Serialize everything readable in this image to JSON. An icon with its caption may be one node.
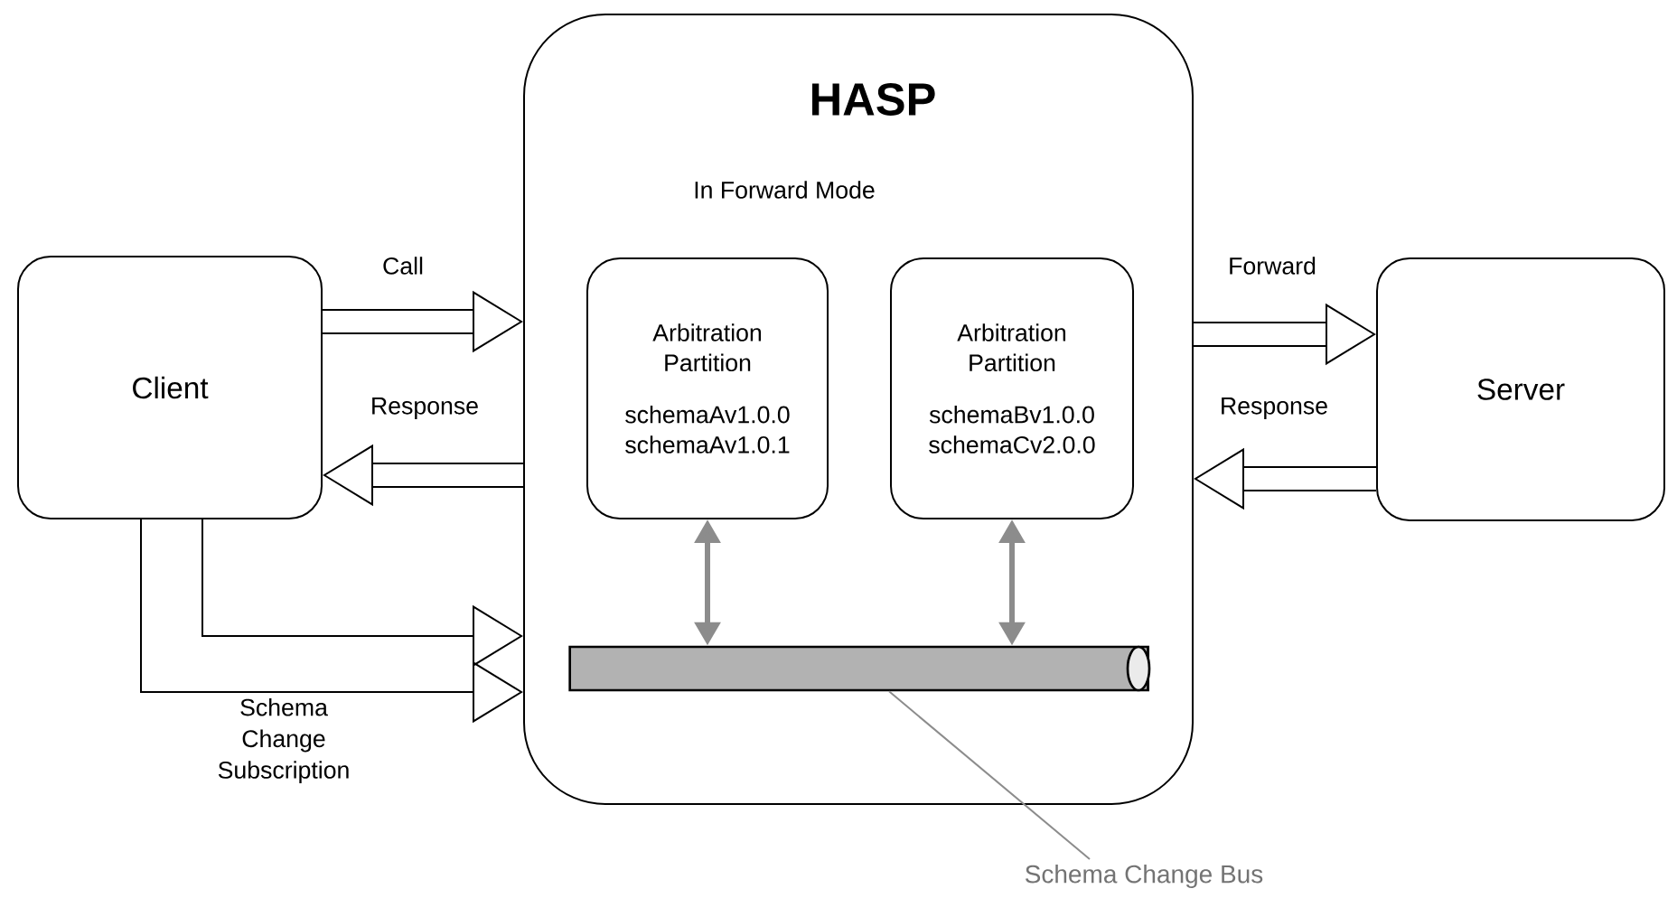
{
  "diagram": {
    "nodes": [
      {
        "text": [
          "Client"
        ]
      },
      {
        "text": [
          "HASP",
          "In Forward Mode"
        ]
      },
      {
        "text": [
          "Arbitration Partition",
          "schemaAv1.0.0 schemaAv1.0.1"
        ],
        "in": 1
      },
      {
        "text": [
          "Arbitration Partition",
          "schemaBv1.0.0 schemaCv2.0.0"
        ],
        "in": 1
      },
      {
        "text": [
          "Server"
        ]
      },
      {
        "text": [],
        "shape": "cylinder",
        "in": 1
      },
      {
        "text": [
          "Schema Change Bus"
        ]
      }
    ],
    "edges": [
      {
        "from": 0,
        "to": 1,
        "arrow": "to",
        "label": "Call",
        "style": "thick"
      },
      {
        "from": 1,
        "to": 0,
        "arrow": "to",
        "label": "Response",
        "style": "thick"
      },
      {
        "from": 1,
        "to": 4,
        "arrow": "to",
        "label": "Forward",
        "style": "thick"
      },
      {
        "from": 4,
        "to": 1,
        "arrow": "to",
        "label": "Response",
        "style": "thick"
      },
      {
        "from": 0,
        "to": 1,
        "arrow": "to"
      },
      {
        "from": 0,
        "to": 1,
        "arrow": "to",
        "label": "Schema Change Subscription"
      },
      {
        "from": 2,
        "to": 5,
        "arrow": "both",
        "color": "#8c8c8c"
      },
      {
        "from": 3,
        "to": 5,
        "arrow": "both",
        "color": "#8c8c8c"
      },
      {
        "from": 6,
        "to": 5,
        "arrow": "none",
        "color": "#8c8c8c"
      }
    ]
  }
}
